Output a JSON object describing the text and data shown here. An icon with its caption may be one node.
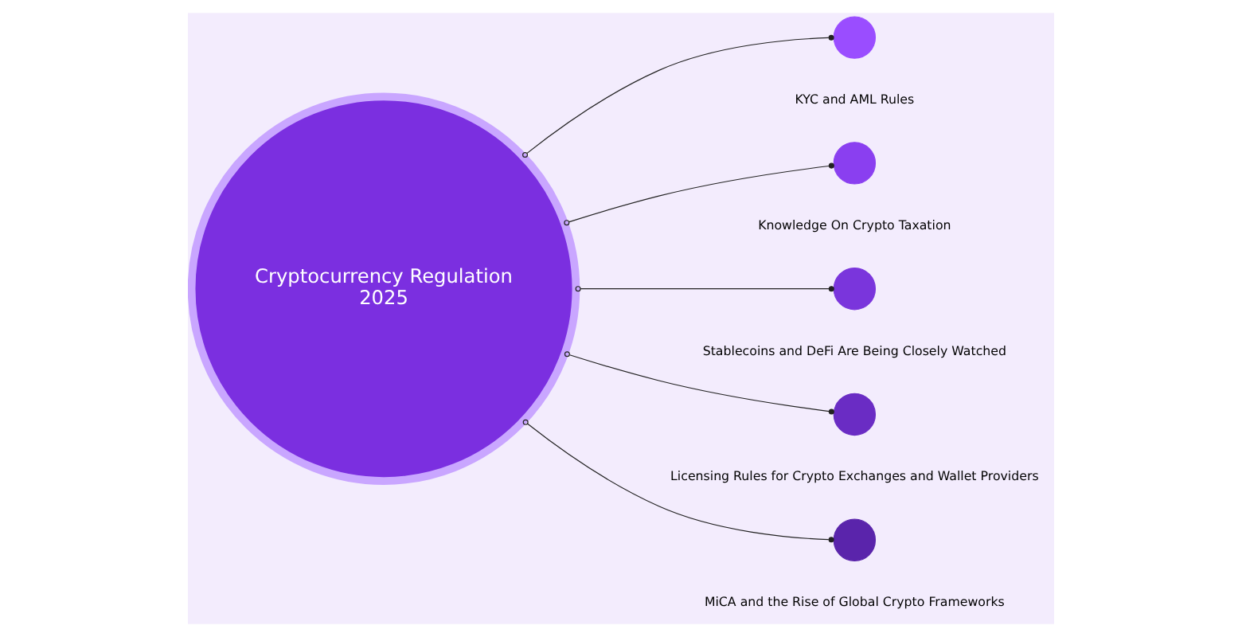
{
  "diagram": {
    "nodes": [
      {
        "text": [
          "Cryptocurrency Regulation",
          "2025"
        ]
      },
      {
        "text": [],
        "shape": "circle",
        "beside": [
          "KYC and AML Rules"
        ]
      },
      {
        "text": [],
        "shape": "circle",
        "beside": [
          "Knowledge On Crypto Taxation"
        ]
      },
      {
        "text": [],
        "shape": "circle",
        "beside": [
          "Stablecoins and DeFi Are Being Closely Watched"
        ]
      },
      {
        "text": [],
        "shape": "circle",
        "beside": [
          "Licensing Rules for Crypto Exchanges and Wallet Providers"
        ]
      },
      {
        "text": [],
        "shape": "circle",
        "beside": [
          "MiCA and the Rise of Global Crypto Frameworks"
        ]
      }
    ],
    "edges": [
      {
        "from": 0,
        "to": 1,
        "arrow": "other"
      },
      {
        "from": 0,
        "to": 2,
        "arrow": "other"
      },
      {
        "from": 0,
        "to": 3,
        "arrow": "other"
      },
      {
        "from": 0,
        "to": 4,
        "arrow": "other"
      },
      {
        "from": 0,
        "to": 5,
        "arrow": "other"
      }
    ]
  }
}
